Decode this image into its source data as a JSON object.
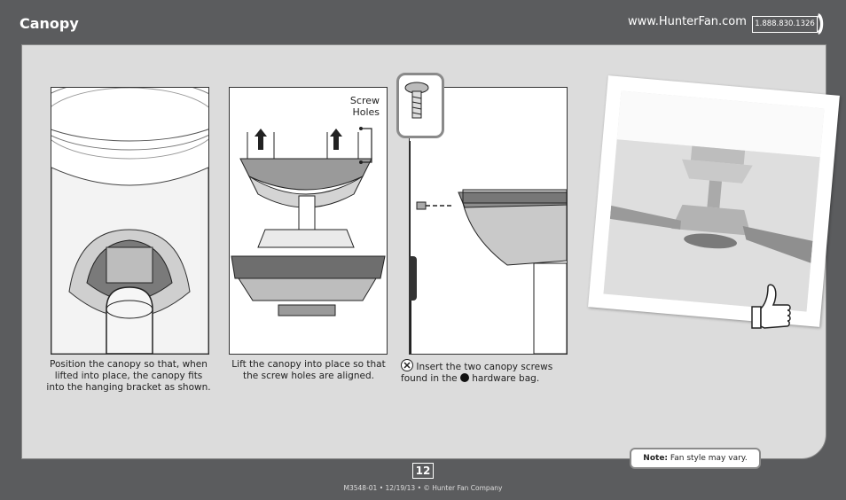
{
  "header": {
    "title": "Canopy",
    "url": "www.HunterFan.com",
    "phone": "1.888.830.1326"
  },
  "panels": [
    {
      "caption": "Position the canopy so that, when lifted into place, the canopy fits into the hanging bracket as shown."
    },
    {
      "caption": "Lift the canopy into place so that the screw holes are aligned.",
      "label": "Screw Holes"
    },
    {
      "caption_pre": "Insert the two canopy screws found in the",
      "caption_post": "hardware bag."
    }
  ],
  "note": {
    "label": "Note:",
    "text": "Fan style may vary."
  },
  "page_number": "12",
  "footer": "M3548-01 • 12/19/13 • © Hunter Fan Company"
}
